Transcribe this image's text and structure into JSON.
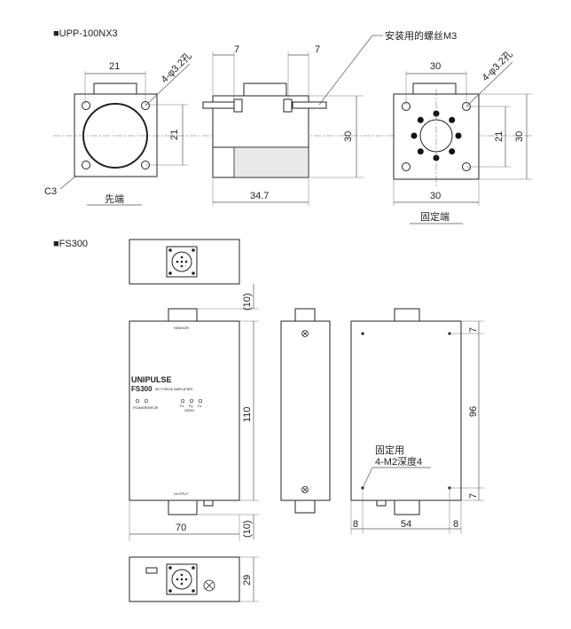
{
  "upp": {
    "title": "■UPP-100NX3",
    "front": {
      "width_dim": "21",
      "height_dim": "21",
      "hole_note": "4-φ3.2孔",
      "chamfer": "C3",
      "caption": "先端"
    },
    "side": {
      "left_dim": "7",
      "right_dim": "7",
      "screw_note": "安装用的螺丝M3",
      "height_dim": "30",
      "width_dim": "34.7"
    },
    "back": {
      "width_dim": "30",
      "hole_note": "4-φ3.2孔",
      "inner_height_dim": "21",
      "height_dim": "30",
      "caption": "固定端"
    }
  },
  "fs": {
    "title": "■FS300",
    "front": {
      "sensor_label": "SENSOR",
      "brand": "UNIPULSE",
      "model": "FS300",
      "subtitle": "3D FORCE AMPLIFIER",
      "power_label": "POWER",
      "error_label": "ERROR",
      "fx_label": "Fx",
      "fy_label": "Fy",
      "fz_label": "Fz",
      "zero_label": "ZERO",
      "output_label": "OUTPUT",
      "top_dim": "(10)",
      "height_dim": "110",
      "bottom_dim": "(10)",
      "width_dim": "70"
    },
    "back": {
      "top_dim": "7",
      "height_dim": "96",
      "bottom_dim": "7",
      "left_dim": "8",
      "width_dim": "54",
      "right_dim": "8",
      "fix_note_1": "固定用",
      "fix_note_2": "4-M2深度4"
    },
    "bottom": {
      "height_dim": "29"
    }
  }
}
